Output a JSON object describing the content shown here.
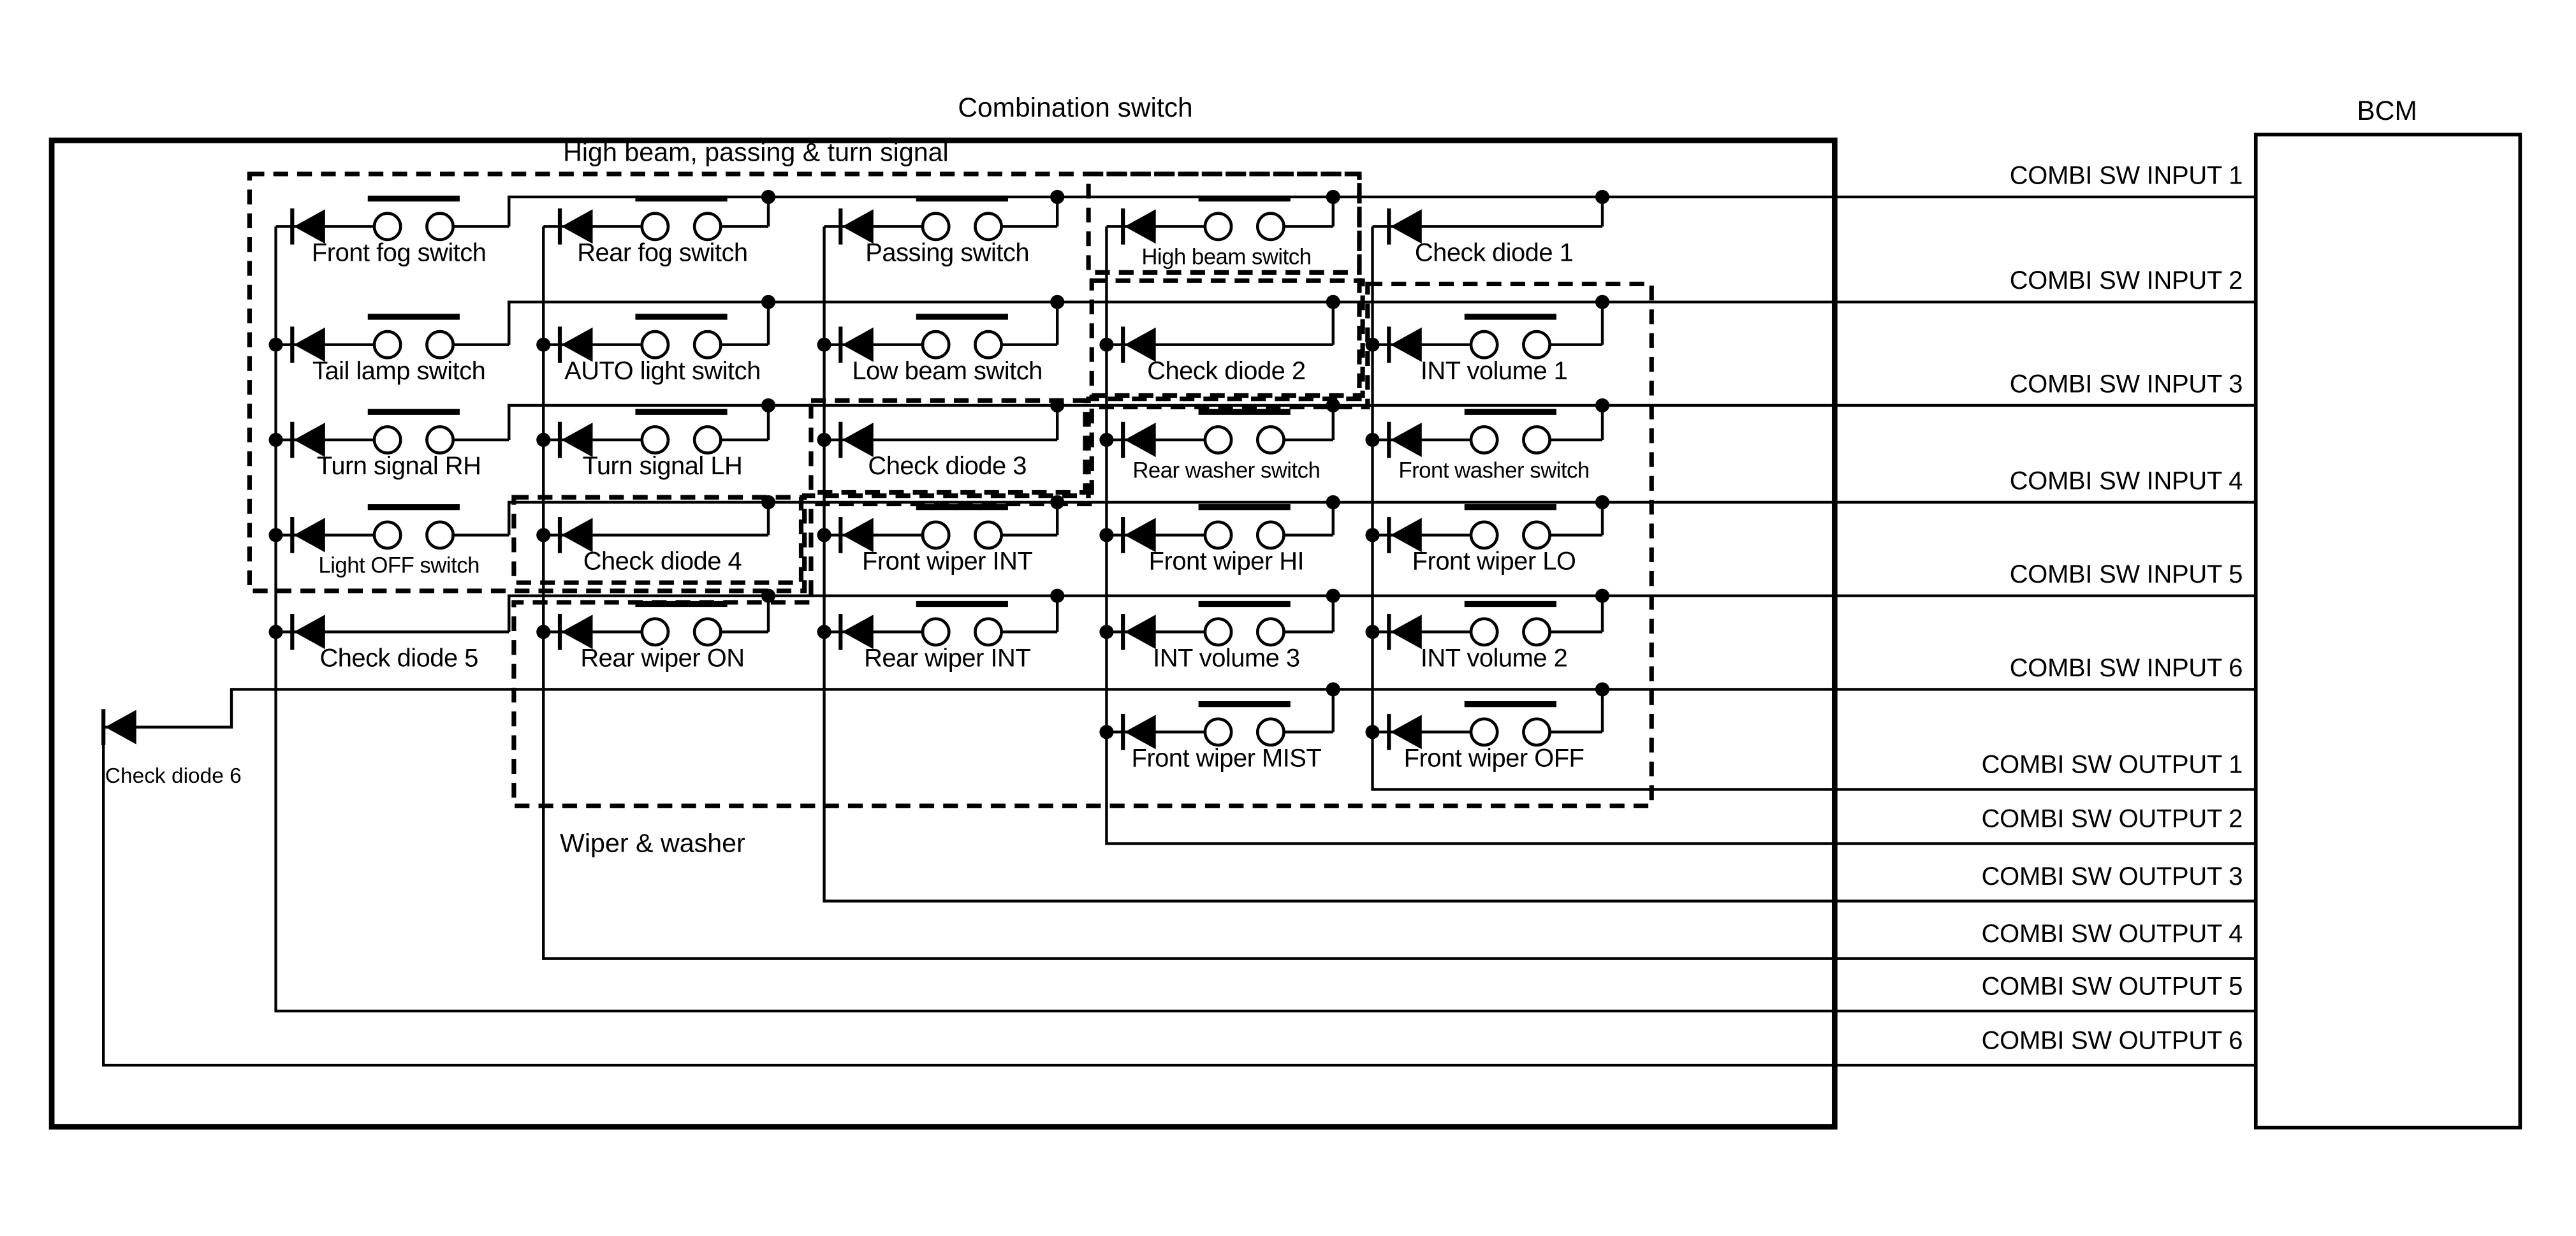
{
  "diagram": {
    "combination_switch_title": "Combination switch",
    "bcm_title": "BCM",
    "groups": {
      "high_beam": "High beam, passing & turn signal",
      "wiper": "Wiper & washer"
    }
  },
  "bcm_inputs": [
    "COMBI SW INPUT 1",
    "COMBI SW INPUT 2",
    "COMBI SW INPUT 3",
    "COMBI SW INPUT 4",
    "COMBI SW INPUT 5",
    "COMBI SW INPUT 6"
  ],
  "bcm_outputs": [
    "COMBI SW OUTPUT 1",
    "COMBI SW OUTPUT 2",
    "COMBI SW OUTPUT 3",
    "COMBI SW OUTPUT 4",
    "COMBI SW OUTPUT 5",
    "COMBI SW OUTPUT 6"
  ],
  "switches": [
    {
      "label": "Front fog switch",
      "col": 1,
      "row": 1,
      "type": "switch"
    },
    {
      "label": "Rear fog switch",
      "col": 2,
      "row": 1,
      "type": "switch"
    },
    {
      "label": "Passing switch",
      "col": 3,
      "row": 1,
      "type": "switch"
    },
    {
      "label": "High beam switch",
      "col": 4,
      "row": 1,
      "type": "switch",
      "small": true
    },
    {
      "label": "Check diode 1",
      "col": 5,
      "row": 1,
      "type": "diode"
    },
    {
      "label": "Tail lamp switch",
      "col": 1,
      "row": 2,
      "type": "switch"
    },
    {
      "label": "AUTO light switch",
      "col": 2,
      "row": 2,
      "type": "switch"
    },
    {
      "label": "Low beam switch",
      "col": 3,
      "row": 2,
      "type": "switch"
    },
    {
      "label": "Check diode 2",
      "col": 4,
      "row": 2,
      "type": "diode"
    },
    {
      "label": "INT volume 1",
      "col": 5,
      "row": 2,
      "type": "switch"
    },
    {
      "label": "Turn signal RH",
      "col": 1,
      "row": 3,
      "type": "switch"
    },
    {
      "label": "Turn signal LH",
      "col": 2,
      "row": 3,
      "type": "switch"
    },
    {
      "label": "Check diode 3",
      "col": 3,
      "row": 3,
      "type": "diode"
    },
    {
      "label": "Rear washer switch",
      "col": 4,
      "row": 3,
      "type": "switch",
      "small": true
    },
    {
      "label": "Front washer switch",
      "col": 5,
      "row": 3,
      "type": "switch",
      "small": true
    },
    {
      "label": "Light OFF switch",
      "col": 1,
      "row": 4,
      "type": "switch",
      "small": true
    },
    {
      "label": "Check diode 4",
      "col": 2,
      "row": 4,
      "type": "diode"
    },
    {
      "label": "Front wiper INT",
      "col": 3,
      "row": 4,
      "type": "switch"
    },
    {
      "label": "Front wiper HI",
      "col": 4,
      "row": 4,
      "type": "switch"
    },
    {
      "label": "Front wiper LO",
      "col": 5,
      "row": 4,
      "type": "switch"
    },
    {
      "label": "Check diode 5",
      "col": 1,
      "row": 5,
      "type": "diode"
    },
    {
      "label": "Rear wiper ON",
      "col": 2,
      "row": 5,
      "type": "switch"
    },
    {
      "label": "Rear wiper INT",
      "col": 3,
      "row": 5,
      "type": "switch"
    },
    {
      "label": "INT volume 3",
      "col": 4,
      "row": 5,
      "type": "switch"
    },
    {
      "label": "INT volume 2",
      "col": 5,
      "row": 5,
      "type": "switch"
    },
    {
      "label": "Front wiper MIST",
      "col": 4,
      "row": 6,
      "type": "switch"
    },
    {
      "label": "Front wiper OFF",
      "col": 5,
      "row": 6,
      "type": "switch"
    }
  ],
  "check_diode_6": {
    "label": "Check diode 6"
  },
  "colors": {
    "line": "#000000",
    "background": "#ffffff"
  }
}
